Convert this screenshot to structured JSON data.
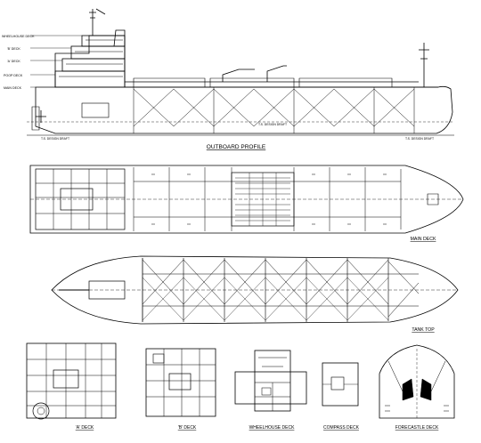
{
  "labels": {
    "outboard_profile": "OUTBOARD PROFILE",
    "main_deck": "MAIN DECK",
    "tank_top": "TANK TOP",
    "a_deck": "'A' DECK",
    "b_deck": "'B' DECK",
    "wheelhouse_deck": "WHEELHOUSE DECK",
    "compass_deck": "COMPASS DECK",
    "forecastle_deck": "FORECASTLE DECK"
  },
  "deck_levels": {
    "wheelhouse": "WHEELHOUSE DECK",
    "b": "'B' DECK",
    "a": "'A' DECK",
    "poop": "POOP DECK",
    "main": "MAIN DECK"
  },
  "waterlines": {
    "aft": "T.S. DESIGN DRAFT",
    "mid": "T.S. DESIGN DRAFT",
    "fwd": "T.S. DESIGN DRAFT"
  },
  "colors": {
    "ink": "#000000",
    "paper": "#ffffff"
  }
}
